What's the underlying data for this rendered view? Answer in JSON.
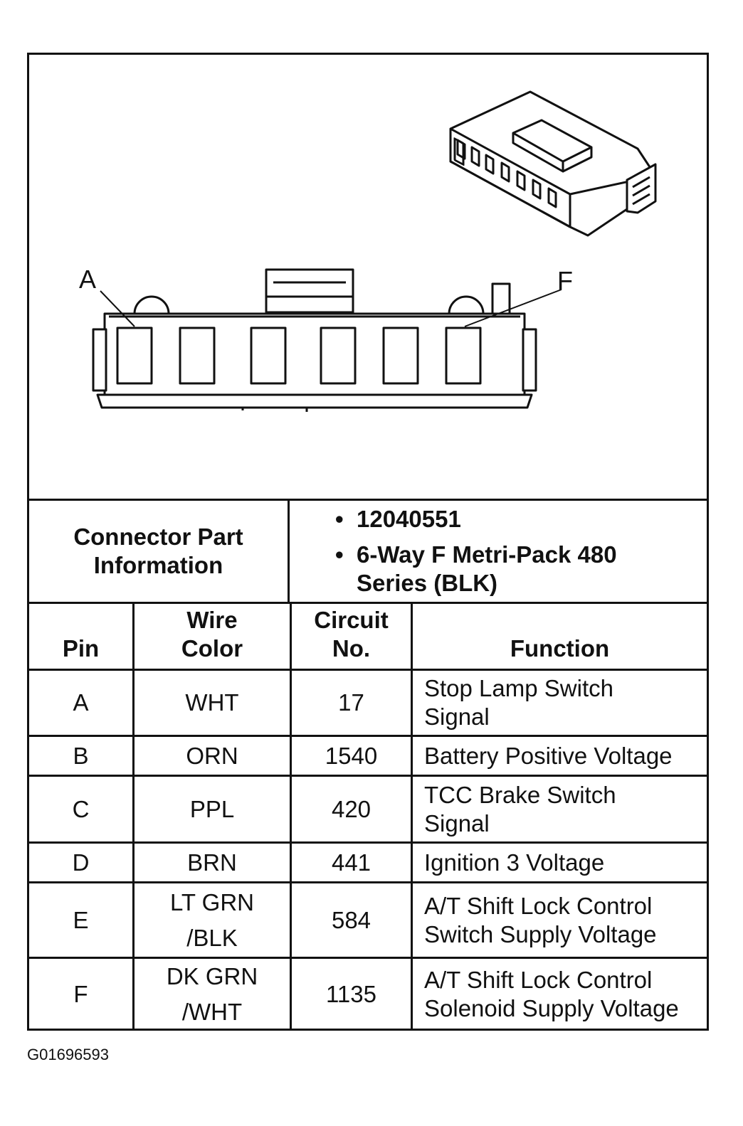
{
  "diagram": {
    "label_left": "A",
    "label_right": "F",
    "pin_count": 6
  },
  "connector_info": {
    "label": "Connector Part Information",
    "items": [
      "12040551",
      "6-Way F Metri-Pack 480 Series (BLK)"
    ],
    "bullet": "•"
  },
  "table": {
    "headers": {
      "pin": "Pin",
      "wire_color": "Wire Color",
      "circuit_no": "Circuit No.",
      "function": "Function"
    },
    "rows": [
      {
        "pin": "A",
        "wire_color": "WHT",
        "circuit_no": "17",
        "function": "Stop Lamp Switch Signal"
      },
      {
        "pin": "B",
        "wire_color": "ORN",
        "circuit_no": "1540",
        "function": "Battery Positive Voltage"
      },
      {
        "pin": "C",
        "wire_color": "PPL",
        "circuit_no": "420",
        "function": "TCC Brake Switch Signal"
      },
      {
        "pin": "D",
        "wire_color": "BRN",
        "circuit_no": "441",
        "function": "Ignition 3 Voltage"
      },
      {
        "pin": "E",
        "wire_color": "LT GRN /BLK",
        "circuit_no": "584",
        "function": "A/T Shift Lock Control Switch Supply Voltage"
      },
      {
        "pin": "F",
        "wire_color": "DK GRN /WHT",
        "circuit_no": "1135",
        "function": "A/T Shift Lock Control Solenoid Supply Voltage"
      }
    ]
  },
  "caption": "G01696593"
}
